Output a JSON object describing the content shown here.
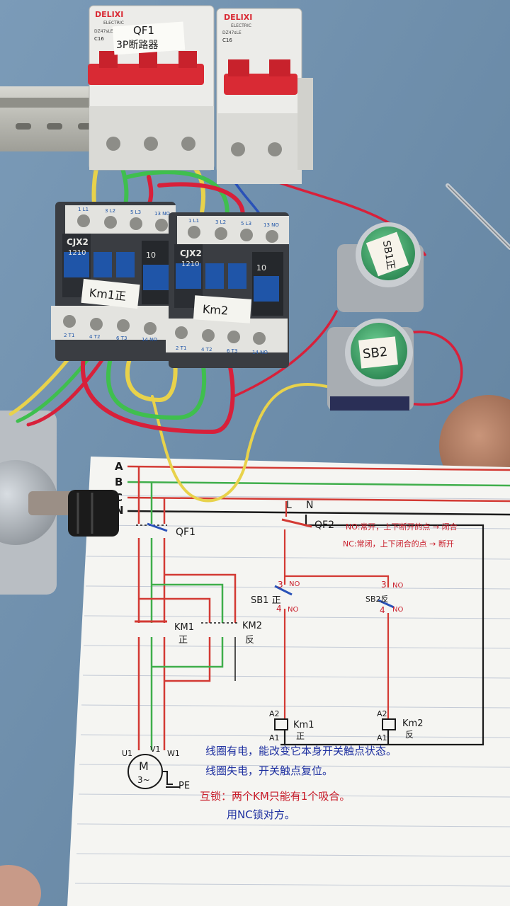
{
  "colors": {
    "desk": "#6f90ad",
    "paper": "#f4f4f2",
    "breaker_body": "#e9e9e6",
    "breaker_toggle": "#d92a34",
    "contactor_body": "#e3e3e0",
    "contactor_button": "#1f55a8",
    "button_green": "#3fa36a",
    "wire_red": "#d8203a",
    "wire_green": "#3cb34a",
    "wire_yellow": "#e6d24a",
    "wire_blue": "#2a52b8",
    "ink_red": "#c91d2a",
    "ink_blue": "#1d2fa0",
    "ink_black": "#1a1a1a",
    "motor_metal": "#aab0b6"
  },
  "hardware": {
    "breaker_qf1": {
      "brand": "DELIXI",
      "sub": "ELECTRIC",
      "model": "DZ47sLE",
      "rating": "C16",
      "tag": "QF1",
      "tag_sub": "3P断路器"
    },
    "breaker_qf2": {
      "brand": "DELIXI",
      "sub": "ELECTRIC",
      "model": "DZ47sLE",
      "rating": "C16"
    },
    "contactor_km1": {
      "model": "CJX2",
      "rating": "1210",
      "aux": "10",
      "top_terminals": [
        "1 L1",
        "3 L2",
        "5 L3",
        "13 NO"
      ],
      "bottom_terminals": [
        "2 T1",
        "4 T2",
        "6 T3",
        "14 NO"
      ],
      "tag": "Km1正"
    },
    "contactor_km2": {
      "model": "CJX2",
      "rating": "1210",
      "aux": "10",
      "top_terminals": [
        "1 L1",
        "3 L2",
        "5 L3",
        "13 NO"
      ],
      "bottom_terminals": [
        "2 T1",
        "4 T2",
        "6 T3",
        "14 NO"
      ],
      "tag": "Km2"
    },
    "button_sb1": {
      "tag": "SB1正"
    },
    "button_sb2": {
      "tag": "SB2"
    }
  },
  "diagram": {
    "bus": [
      "A",
      "B",
      "C",
      "N"
    ],
    "qf1": "QF1",
    "qf2": "QF2",
    "l_label": "L",
    "n_label": "N",
    "no_note": "NO:常开，上下断开的点 → 闭合",
    "nc_note": "NC:常闭，上下闭合的点 → 断开",
    "sb1": "SB1 正",
    "sb2": "SB2反",
    "contact_top": "3",
    "contact_bottom": "4",
    "contact_no": "NO",
    "km1_power": "KM1",
    "km1_power_sub": "正",
    "km2_power": "KM2",
    "km2_power_sub": "反",
    "coil_a2": "A2",
    "coil_a1": "A1",
    "coil_km1": "Km1",
    "coil_km1_sub": "正",
    "coil_km2": "Km2",
    "coil_km2_sub": "反",
    "motor_u": "U1",
    "motor_v": "V1",
    "motor_w": "W1",
    "motor_m": "M",
    "motor_3": "3~",
    "pe": "PE",
    "note1": "线圈有电，能改变它本身开关触点状态。",
    "note2": "线圈失电，开关触点复位。",
    "note3": "互锁：两个KM只能有1个吸合。",
    "note4": "用NC锁对方。"
  }
}
